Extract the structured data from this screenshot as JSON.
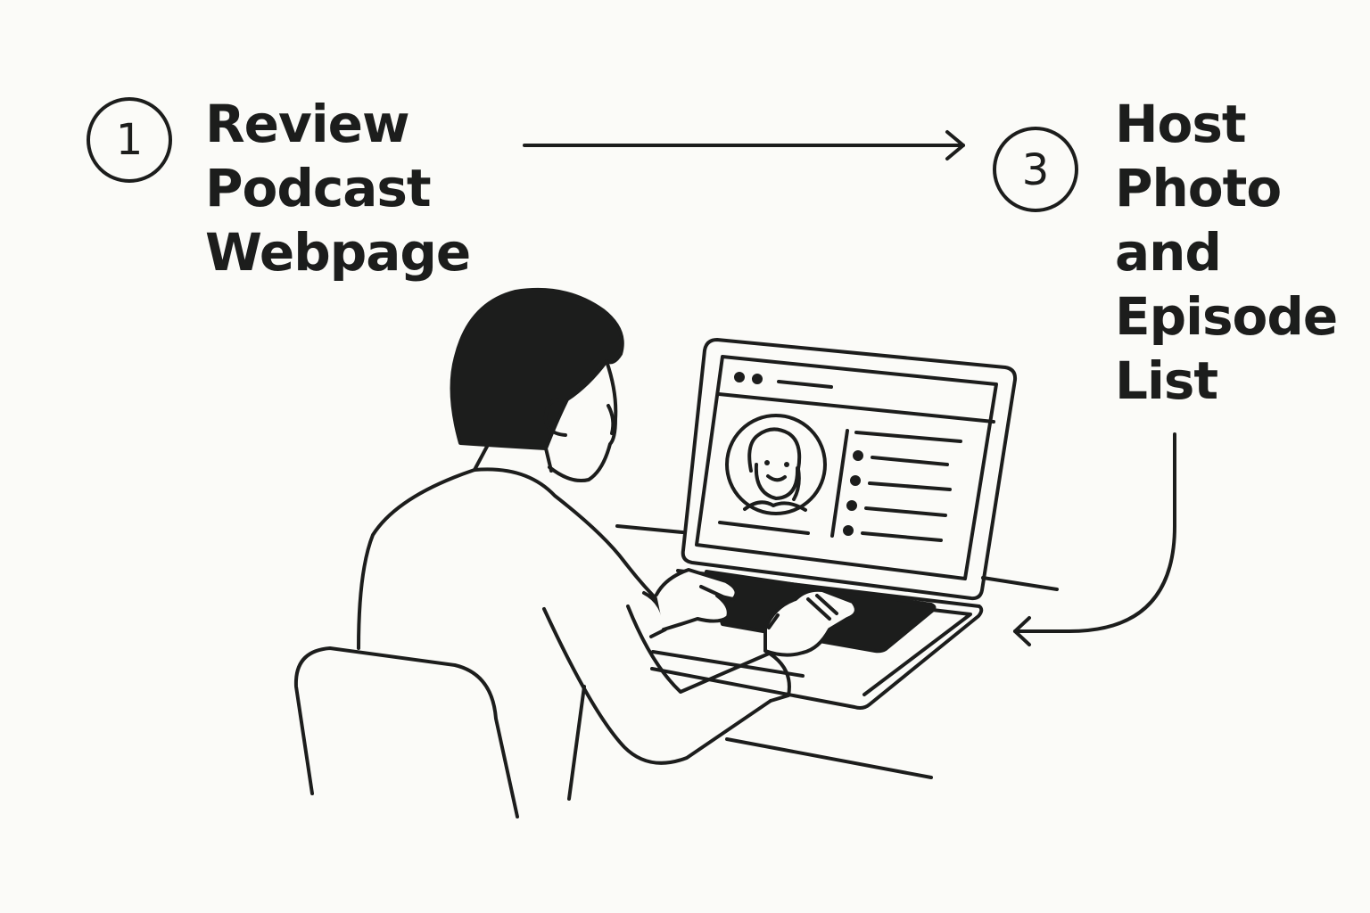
{
  "colors": {
    "background": "#fbfbf8",
    "ink": "#1c1d1c"
  },
  "steps": [
    {
      "number": "1",
      "lines": [
        "Review",
        "Podcast",
        "Webpage"
      ]
    },
    {
      "number": "3",
      "lines": [
        "Host",
        "Photo",
        "and",
        "Episode",
        "List"
      ]
    }
  ],
  "illustration": {
    "icons": [
      "person-at-desk-icon",
      "laptop-icon",
      "host-avatar-icon",
      "episode-list-icon",
      "arrow-right-icon",
      "curved-arrow-icon",
      "chair-icon"
    ]
  }
}
